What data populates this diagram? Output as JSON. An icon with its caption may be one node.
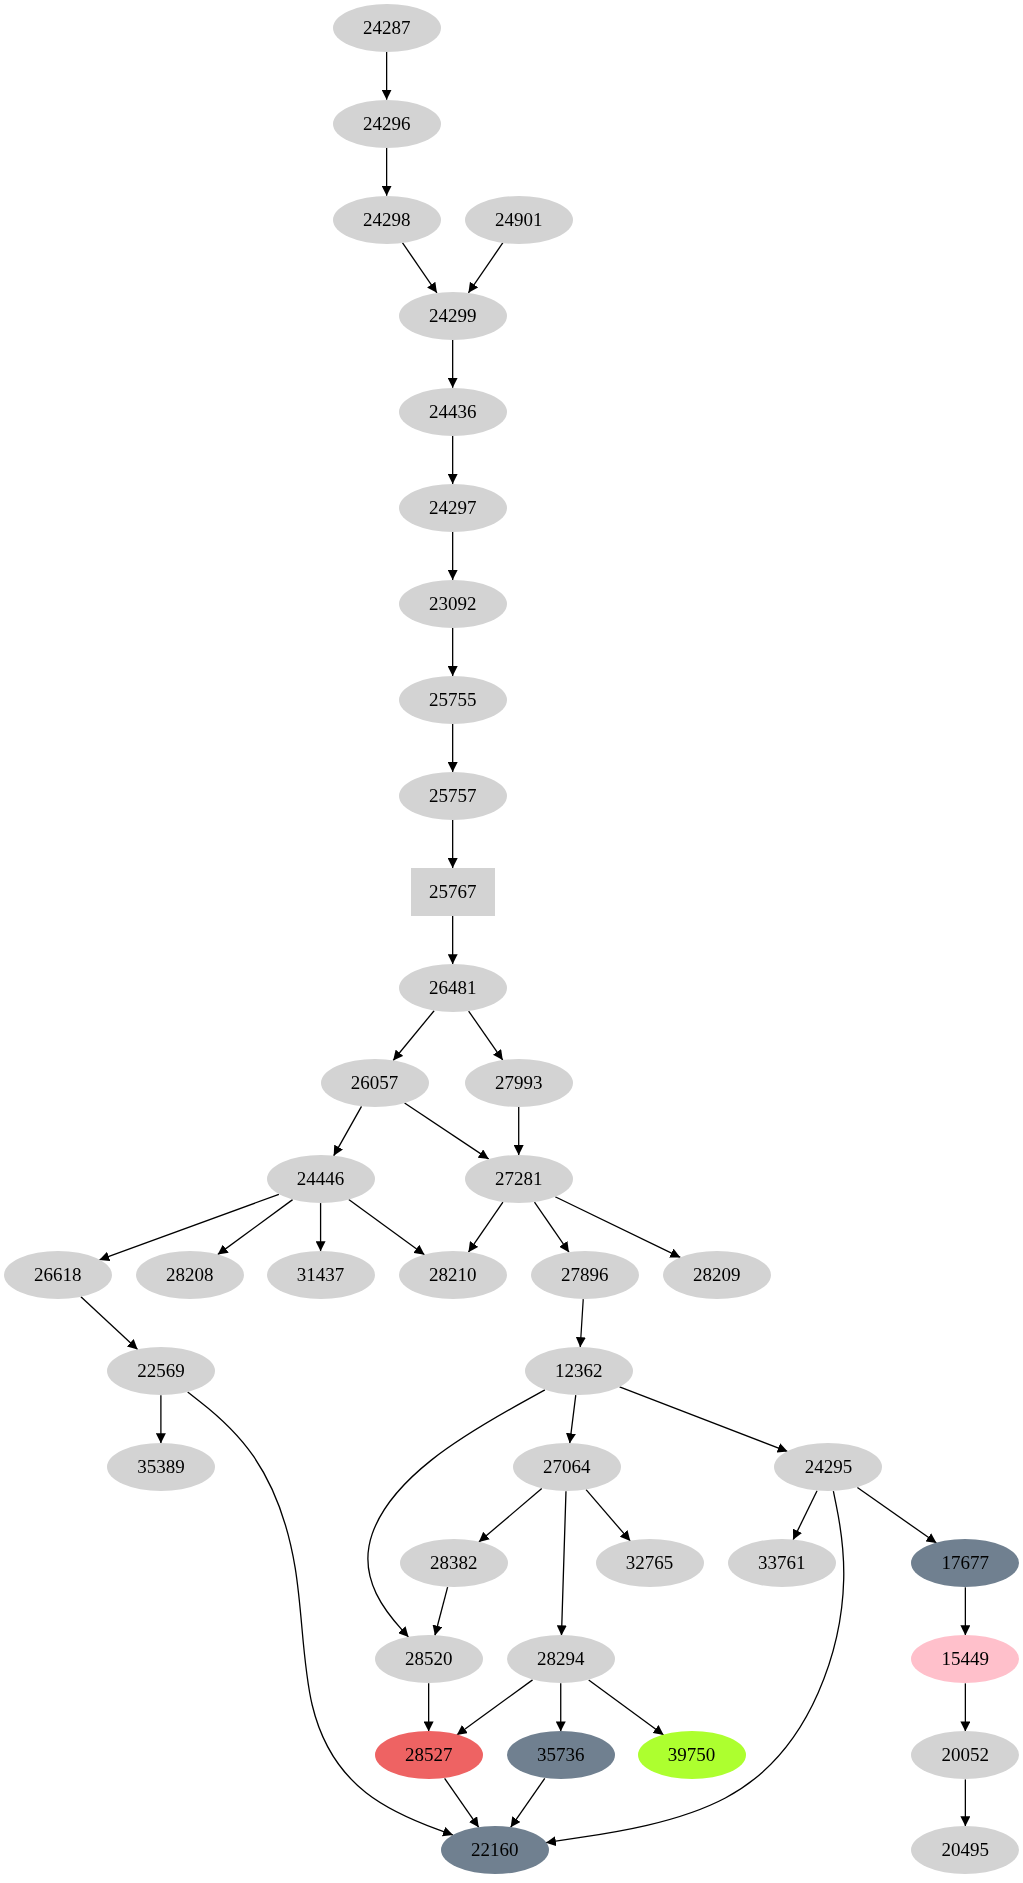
{
  "diagram": {
    "nodes": [
      {
        "text": [
          "24287"
        ]
      },
      {
        "text": [
          "24296"
        ]
      },
      {
        "text": [
          "24298"
        ]
      },
      {
        "text": [
          "24901"
        ]
      },
      {
        "text": [
          "24299"
        ]
      },
      {
        "text": [
          "24436"
        ]
      },
      {
        "text": [
          "24297"
        ]
      },
      {
        "text": [
          "23092"
        ]
      },
      {
        "text": [
          "25755"
        ]
      },
      {
        "text": [
          "25757"
        ]
      },
      {
        "text": [
          "25767"
        ]
      },
      {
        "text": [
          "26481"
        ]
      },
      {
        "text": [
          "26057"
        ]
      },
      {
        "text": [
          "27993"
        ]
      },
      {
        "text": [
          "24446"
        ]
      },
      {
        "text": [
          "27281"
        ]
      },
      {
        "text": [
          "26618"
        ]
      },
      {
        "text": [
          "28208"
        ]
      },
      {
        "text": [
          "31437"
        ]
      },
      {
        "text": [
          "28210"
        ]
      },
      {
        "text": [
          "27896"
        ]
      },
      {
        "text": [
          "28209"
        ]
      },
      {
        "text": [
          "22569"
        ]
      },
      {
        "text": [
          "12362"
        ]
      },
      {
        "text": [
          "35389"
        ]
      },
      {
        "text": [
          "27064"
        ]
      },
      {
        "text": [
          "24295"
        ]
      },
      {
        "text": [
          "28382"
        ]
      },
      {
        "text": [
          "32765"
        ]
      },
      {
        "text": [
          "33761"
        ]
      },
      {
        "text": [
          "17677"
        ]
      },
      {
        "text": [
          "28520"
        ]
      },
      {
        "text": [
          "28294"
        ]
      },
      {
        "text": [
          "15449"
        ]
      },
      {
        "text": [
          "28527"
        ]
      },
      {
        "text": [
          "35736"
        ]
      },
      {
        "text": [
          "39750"
        ]
      },
      {
        "text": [
          "20052"
        ]
      },
      {
        "text": [
          "22160"
        ]
      },
      {
        "text": [
          "20495"
        ]
      }
    ],
    "edges": [
      {
        "from": 0,
        "to": 1,
        "arrow": "to"
      },
      {
        "from": 1,
        "to": 2,
        "arrow": "to"
      },
      {
        "from": 2,
        "to": 4,
        "arrow": "to"
      },
      {
        "from": 3,
        "to": 4,
        "arrow": "to"
      },
      {
        "from": 4,
        "to": 5,
        "arrow": "to"
      },
      {
        "from": 5,
        "to": 6,
        "arrow": "to"
      },
      {
        "from": 6,
        "to": 7,
        "arrow": "to"
      },
      {
        "from": 7,
        "to": 8,
        "arrow": "to"
      },
      {
        "from": 8,
        "to": 9,
        "arrow": "to"
      },
      {
        "from": 9,
        "to": 10,
        "arrow": "to"
      },
      {
        "from": 10,
        "to": 11,
        "arrow": "to"
      },
      {
        "from": 11,
        "to": 12,
        "arrow": "to"
      },
      {
        "from": 11,
        "to": 13,
        "arrow": "to"
      },
      {
        "from": 12,
        "to": 14,
        "arrow": "to"
      },
      {
        "from": 12,
        "to": 15,
        "arrow": "to"
      },
      {
        "from": 13,
        "to": 15,
        "arrow": "to"
      },
      {
        "from": 14,
        "to": 16,
        "arrow": "to"
      },
      {
        "from": 14,
        "to": 17,
        "arrow": "to"
      },
      {
        "from": 14,
        "to": 18,
        "arrow": "to"
      },
      {
        "from": 14,
        "to": 19,
        "arrow": "to"
      },
      {
        "from": 15,
        "to": 19,
        "arrow": "to"
      },
      {
        "from": 15,
        "to": 20,
        "arrow": "to"
      },
      {
        "from": 15,
        "to": 21,
        "arrow": "to"
      },
      {
        "from": 16,
        "to": 22,
        "arrow": "to"
      },
      {
        "from": 20,
        "to": 23,
        "arrow": "to"
      },
      {
        "from": 22,
        "to": 24,
        "arrow": "to"
      },
      {
        "from": 22,
        "to": 38,
        "arrow": "to"
      },
      {
        "from": 23,
        "to": 25,
        "arrow": "to"
      },
      {
        "from": 23,
        "to": 31,
        "arrow": "to"
      },
      {
        "from": 23,
        "to": 26,
        "arrow": "to"
      },
      {
        "from": 25,
        "to": 27,
        "arrow": "to"
      },
      {
        "from": 25,
        "to": 28,
        "arrow": "to"
      },
      {
        "from": 25,
        "to": 32,
        "arrow": "to"
      },
      {
        "from": 26,
        "to": 29,
        "arrow": "to"
      },
      {
        "from": 26,
        "to": 38,
        "arrow": "to"
      },
      {
        "from": 26,
        "to": 30,
        "arrow": "to"
      },
      {
        "from": 27,
        "to": 31,
        "arrow": "to"
      },
      {
        "from": 30,
        "to": 33,
        "arrow": "to"
      },
      {
        "from": 31,
        "to": 34,
        "arrow": "to"
      },
      {
        "from": 32,
        "to": 34,
        "arrow": "to"
      },
      {
        "from": 32,
        "to": 35,
        "arrow": "to"
      },
      {
        "from": 32,
        "to": 36,
        "arrow": "to"
      },
      {
        "from": 33,
        "to": 37,
        "arrow": "to"
      },
      {
        "from": 34,
        "to": 38,
        "arrow": "to"
      },
      {
        "from": 35,
        "to": 38,
        "arrow": "to"
      },
      {
        "from": 37,
        "to": 39,
        "arrow": "to"
      }
    ]
  }
}
